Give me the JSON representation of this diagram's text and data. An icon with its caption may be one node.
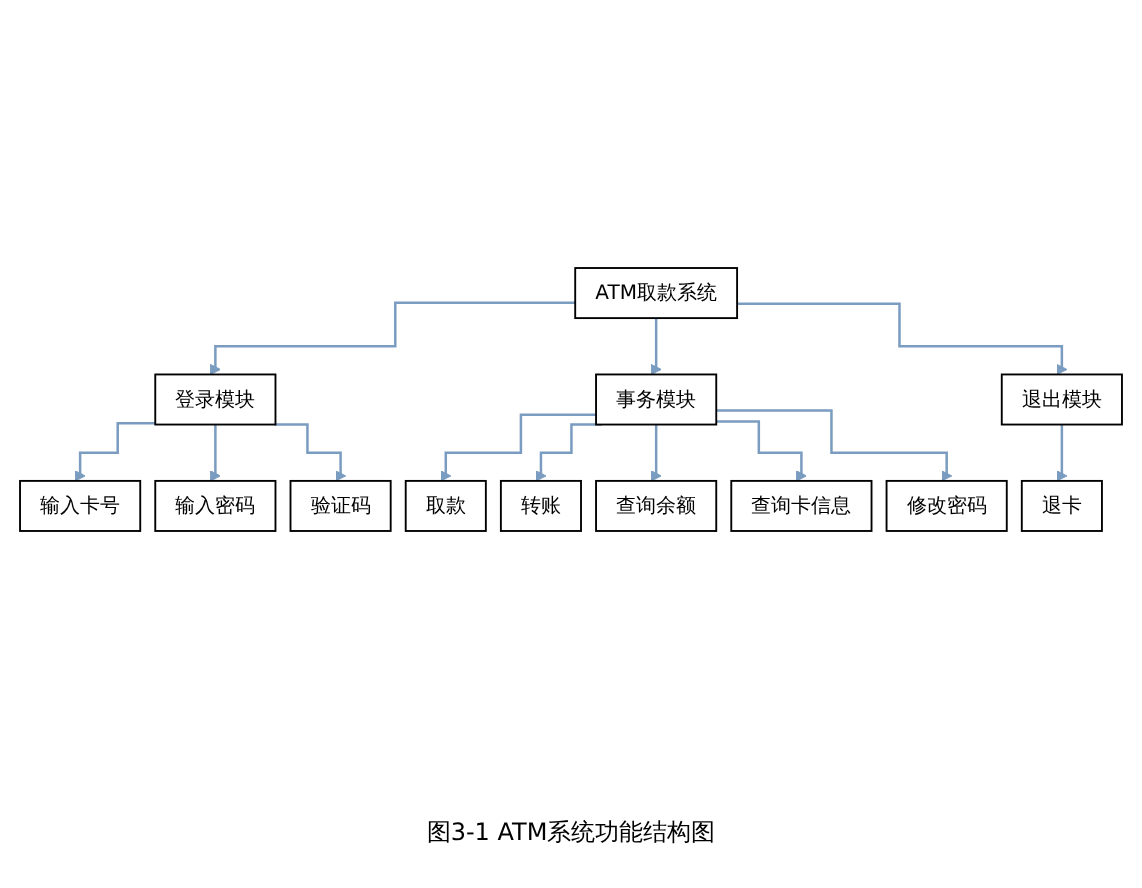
{
  "diagram": {
    "caption": "图3-1  ATM系统功能结构图",
    "nodes": [
      {
        "text": [
          "ATM取款系统"
        ]
      },
      {
        "text": [
          "登录模块"
        ]
      },
      {
        "text": [
          "事务模块"
        ]
      },
      {
        "text": [
          "退出模块"
        ]
      },
      {
        "text": [
          "输入卡号"
        ]
      },
      {
        "text": [
          "输入密码"
        ]
      },
      {
        "text": [
          "验证码"
        ]
      },
      {
        "text": [
          "取款"
        ]
      },
      {
        "text": [
          "转账"
        ]
      },
      {
        "text": [
          "查询余额"
        ]
      },
      {
        "text": [
          "查询卡信息"
        ]
      },
      {
        "text": [
          "修改密码"
        ]
      },
      {
        "text": [
          "退卡"
        ]
      }
    ],
    "edges": [
      {
        "from": 0,
        "to": 1,
        "arrow": "to"
      },
      {
        "from": 0,
        "to": 2,
        "arrow": "to"
      },
      {
        "from": 0,
        "to": 3,
        "arrow": "to"
      },
      {
        "from": 1,
        "to": 4,
        "arrow": "to"
      },
      {
        "from": 1,
        "to": 5,
        "arrow": "to"
      },
      {
        "from": 1,
        "to": 6,
        "arrow": "to"
      },
      {
        "from": 2,
        "to": 7,
        "arrow": "to"
      },
      {
        "from": 2,
        "to": 8,
        "arrow": "to"
      },
      {
        "from": 2,
        "to": 9,
        "arrow": "to"
      },
      {
        "from": 2,
        "to": 10,
        "arrow": "to"
      },
      {
        "from": 2,
        "to": 11,
        "arrow": "to"
      },
      {
        "from": 3,
        "to": 12,
        "arrow": "to"
      }
    ]
  }
}
